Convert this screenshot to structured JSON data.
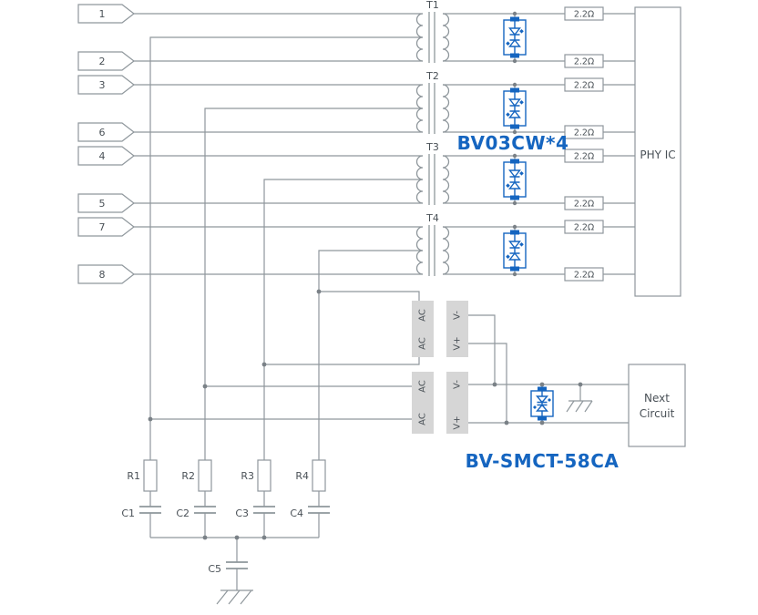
{
  "schematic": {
    "pins": [
      {
        "label": "1"
      },
      {
        "label": "2"
      },
      {
        "label": "3"
      },
      {
        "label": "6"
      },
      {
        "label": "4"
      },
      {
        "label": "5"
      },
      {
        "label": "7"
      },
      {
        "label": "8"
      }
    ],
    "transformers": [
      {
        "label": "T1"
      },
      {
        "label": "T2"
      },
      {
        "label": "T3"
      },
      {
        "label": "T4"
      }
    ],
    "series_resistor_value": "2.2Ω",
    "tvs_array_label": "BV03CW*4",
    "bridge_tvs_label": "BV-SMCT-58CA",
    "phy_label": "PHY IC",
    "next_circuit": {
      "line1": "Next",
      "line2": "Circuit"
    },
    "bridge_pin_labels": {
      "ac": "AC",
      "v_minus": "V-",
      "v_plus": "V+"
    },
    "termination_resistors": [
      {
        "label": "R1"
      },
      {
        "label": "R2"
      },
      {
        "label": "R3"
      },
      {
        "label": "R4"
      }
    ],
    "termination_caps": [
      {
        "label": "C1"
      },
      {
        "label": "C2"
      },
      {
        "label": "C3"
      },
      {
        "label": "C4"
      }
    ],
    "bulk_cap": {
      "label": "C5"
    },
    "colors": {
      "accent_blue": "#1565C0",
      "wire_gray": "#8f979c",
      "block_gray": "#d6d6d6",
      "text_gray": "#4a5157"
    }
  }
}
